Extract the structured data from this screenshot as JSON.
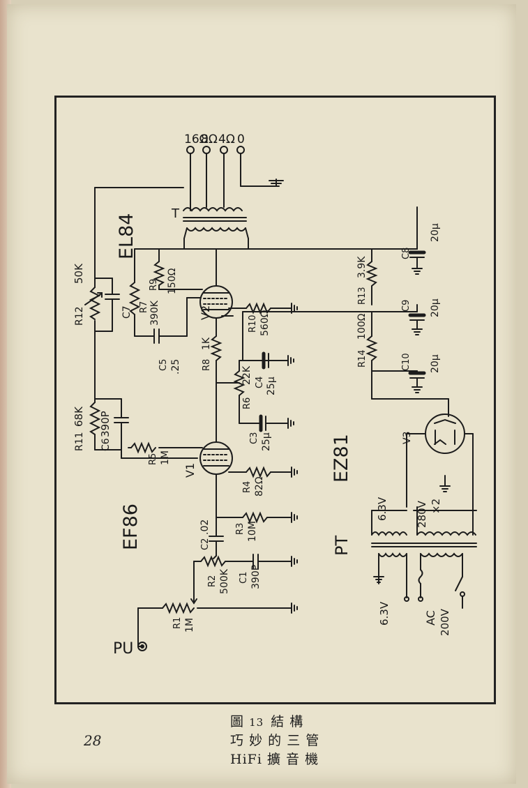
{
  "labels": {
    "ohm16": "16Ω",
    "ohm8": "8Ω",
    "ohm4": "4Ω",
    "ohm0": "0",
    "T": "T",
    "EL84": "EL84",
    "EF86": "EF86",
    "EZ81": "EZ81",
    "PT": "PT",
    "PU": "PU",
    "R12": "R12",
    "R12v": "50K",
    "C7": "C7",
    "R7": "R7",
    "R7v": "390K",
    "R9": "R9",
    "R9v": "150Ω",
    "V2": "V2",
    "C5": "C5",
    "C5v": ".25",
    "R8": "R8",
    "R8v": "1K",
    "R10": "R10",
    "R10v": "560Ω",
    "R6": "R6",
    "R6v": "22K",
    "C4": "C4",
    "C4v": "25μ",
    "C3": "C3",
    "C3v": "25μ",
    "R11": "R11",
    "R11v": "68K",
    "C6": "C6",
    "C6v": "390P",
    "R5": "R5",
    "R5v": "1M",
    "V1": "V1",
    "R4": "R4",
    "R4v": "82Ω",
    "C2": "C2",
    "C2v": ".02",
    "R3": "R3",
    "R3v": "10M",
    "R2": "R2",
    "R2v": "500K",
    "C1": "C1",
    "C1v": "390P",
    "R1": "R1",
    "R1v": "1M",
    "C8": "C8",
    "C8v": "20μ",
    "R13": "R13",
    "R13v": "3.9K",
    "C9": "C9",
    "C9v": "20μ",
    "R14": "R14",
    "R14v": "100Ω",
    "C10": "C10",
    "C10v": "20μ",
    "V3": "V3",
    "heater1": "6.3V",
    "hv": "280V",
    "hvx": "×2",
    "heater2": "6.3V",
    "ac": "AC",
    "acv": "200V"
  },
  "caption": {
    "number": "13",
    "chars": [
      "圖",
      "結",
      "構",
      "巧",
      "妙",
      "的",
      "三",
      "管",
      "HiFi",
      "擴",
      "音",
      "機"
    ]
  },
  "page_number": "28"
}
